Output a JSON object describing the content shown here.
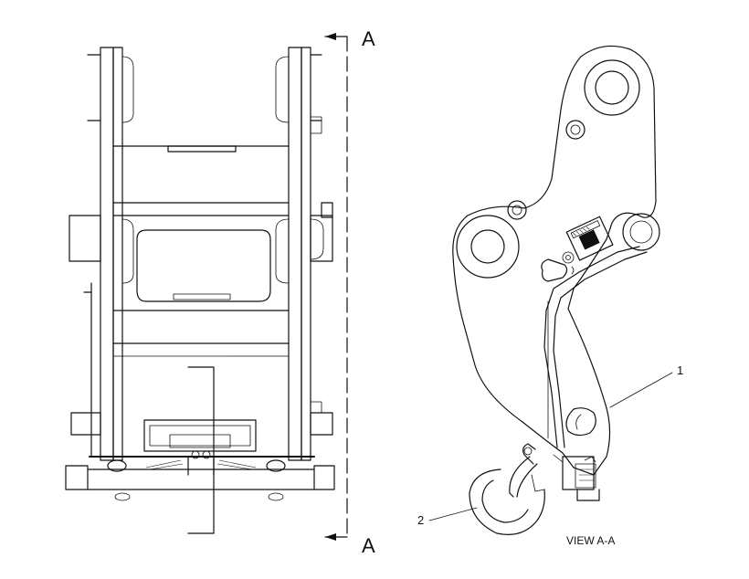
{
  "section_marks": {
    "top": "A",
    "bottom": "A"
  },
  "callouts": [
    {
      "id": "1",
      "text": "1"
    },
    {
      "id": "2",
      "text": "2"
    }
  ],
  "view_caption": "VIEW A-A"
}
